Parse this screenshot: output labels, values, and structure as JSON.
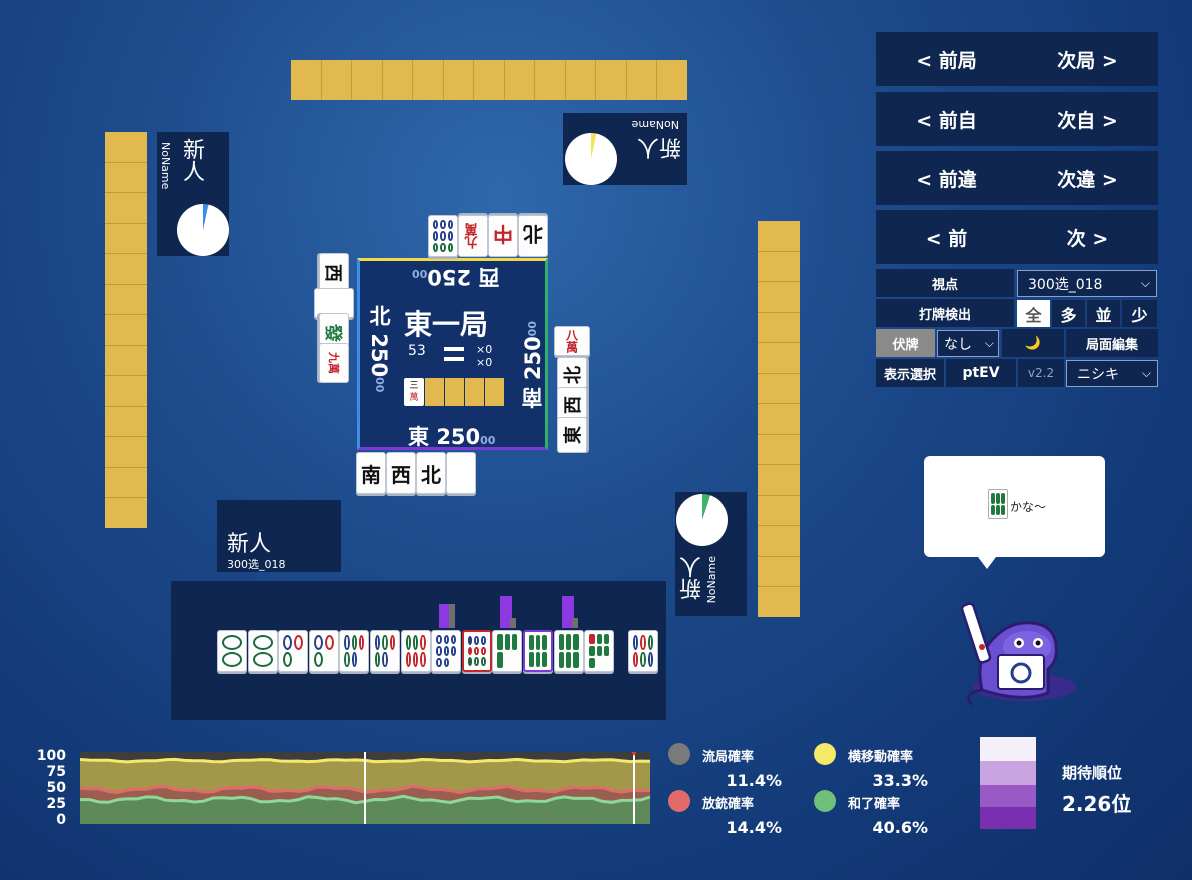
{
  "players": {
    "bottom": {
      "name": "新人",
      "id": "300选_018"
    },
    "left": {
      "name": "新人",
      "id": "NoName",
      "pie_fill": 0.03
    },
    "top": {
      "name": "新人",
      "id": "NoName",
      "pie_fill": 0.03
    },
    "right": {
      "name": "新人",
      "id": "NoName",
      "pie_fill": 0.05
    }
  },
  "board": {
    "round": "東一局",
    "tiles_left": "53",
    "honba": "×0",
    "riichi_sticks": "×0",
    "dora_label": "三",
    "dora_suit": "萬",
    "score_bottom": {
      "wind": "東",
      "score": "250",
      "sub": "00"
    },
    "score_right": {
      "wind": "南",
      "score": "250",
      "sub": "00"
    },
    "score_top": {
      "wind": "西",
      "score": "250",
      "sub": "00"
    },
    "score_left": {
      "wind": "北",
      "score": "250",
      "sub": "00"
    }
  },
  "discards": {
    "bottom": [
      "南",
      "西",
      "北"
    ],
    "right": [
      "八萬",
      "北",
      "西",
      "東"
    ],
    "top": [
      "北",
      "中",
      "九萬"
    ],
    "left": [
      "九萬",
      "發",
      "",
      "西"
    ]
  },
  "nav": {
    "prev_round": "< 前局",
    "next_round": "次局 >",
    "prev_self": "< 前自",
    "next_self": "次自 >",
    "prev_diff": "< 前違",
    "next_diff": "次違 >",
    "prev": "< 前",
    "next": "次 >"
  },
  "controls": {
    "viewpoint_label": "視点",
    "viewpoint_value": "300选_018",
    "detect_label": "打牌検出",
    "detect_options": [
      "全",
      "多",
      "並",
      "少"
    ],
    "hidden_label": "伏牌",
    "hidden_value": "なし",
    "moon_icon": "🌙",
    "edit_label": "局面編集",
    "display_label": "表示選択",
    "ptev": "ptEV",
    "version": "v2.2",
    "model_value": "ニシキ"
  },
  "speech": {
    "text": "かな～"
  },
  "chart_data": {
    "type": "area",
    "y_ticks": [
      "100",
      "75",
      "50",
      "25",
      "0"
    ],
    "ylim": [
      0,
      100
    ],
    "series": [
      {
        "name": "流局確率",
        "color": "#7a7a7a",
        "value": "11.4%"
      },
      {
        "name": "横移動確率",
        "color": "#f5e96a",
        "value": "33.3%"
      },
      {
        "name": "放銃確率",
        "color": "#e26a6a",
        "value": "14.4%"
      },
      {
        "name": "和了確率",
        "color": "#6fbf7a",
        "value": "40.6%"
      }
    ],
    "expected_rank_label": "期待順位",
    "expected_rank_value": "2.26位"
  },
  "hand_bars": [
    0,
    0,
    0,
    0,
    0,
    0,
    0,
    0.6,
    0,
    0.8,
    0,
    0.8,
    0
  ]
}
